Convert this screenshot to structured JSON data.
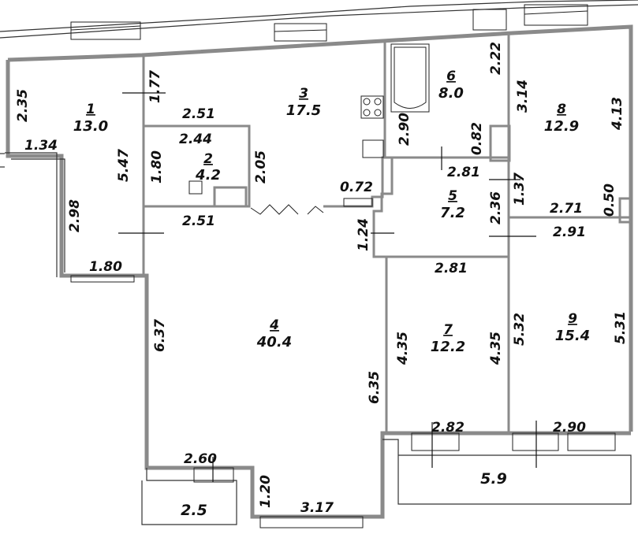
{
  "rooms": [
    {
      "number": "1",
      "area": "13.0"
    },
    {
      "number": "2",
      "area": "4.2"
    },
    {
      "number": "3",
      "area": "17.5"
    },
    {
      "number": "4",
      "area": "40.4"
    },
    {
      "number": "5",
      "area": "7.2"
    },
    {
      "number": "6",
      "area": "8.0"
    },
    {
      "number": "7",
      "area": "12.2"
    },
    {
      "number": "8",
      "area": "12.9"
    },
    {
      "number": "9",
      "area": "15.4"
    }
  ],
  "balconies": [
    {
      "area": "2.5"
    },
    {
      "area": "5.9"
    }
  ],
  "dimensions": {
    "d_2_35": "2.35",
    "d_1_34": "1.34",
    "d_2_98": "2.98",
    "d_1_80_bottom": "1.80",
    "d_5_47": "5.47",
    "d_1_77": "1.77",
    "d_2_51_top": "2.51",
    "d_2_44": "2.44",
    "d_1_80_v": "1.80",
    "d_2_05": "2.05",
    "d_2_51_bottom": "2.51",
    "d_0_72": "0.72",
    "d_1_24": "1.24",
    "d_6_37": "6.37",
    "d_6_35": "6.35",
    "d_2_60": "2.60",
    "d_1_20": "1.20",
    "d_3_17": "3.17",
    "d_2_90_bath": "2.90",
    "d_2_22": "2.22",
    "d_0_82": "0.82",
    "d_2_81_top": "2.81",
    "d_3_14": "3.14",
    "d_1_37": "1.37",
    "d_2_36": "2.36",
    "d_2_81_bottom": "2.81",
    "d_4_13": "4.13",
    "d_2_71": "2.71",
    "d_0_50": "0.50",
    "d_2_91": "2.91",
    "d_4_35_left": "4.35",
    "d_4_35_right": "4.35",
    "d_5_32": "5.32",
    "d_5_31": "5.31",
    "d_2_82": "2.82",
    "d_2_90_bottom": "2.90"
  }
}
